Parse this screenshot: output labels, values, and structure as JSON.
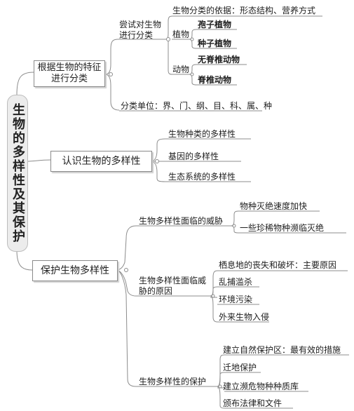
{
  "root": "生物的多样性及其保护",
  "b1": {
    "title": "根据生物的特征进行分类",
    "try": "尝试对生物进行分类",
    "basis": "生物分类的依据：形态结构、营养方式",
    "plant": "植物",
    "spore": "孢子植物",
    "seed": "种子植物",
    "animal": "动物",
    "invert": "无脊椎动物",
    "vert": "脊椎动物",
    "units": "分类单位：界、门、纲、目、科、属、种"
  },
  "b2": {
    "title": "认识生物的多样性",
    "species": "生物种类的多样性",
    "gene": "基因的多样性",
    "eco": "生态系统的多样性"
  },
  "b3": {
    "title": "保护生物多样性",
    "threat": "生物多样性面临的威胁",
    "extinct": "物种灭绝速度加快",
    "rare": "一些珍稀物种濒临灭绝",
    "cause": "生物多样性面临威胁的原因",
    "habitat": "栖息地的丧失和破坏：主要原因",
    "hunt": "乱捕滥杀",
    "pollution": "环境污染",
    "invasion": "外来生物入侵",
    "protect": "生物多样性的保护",
    "reserve": "建立自然保护区：最有效的措施",
    "relocate": "迁地保护",
    "bank": "建立濒危物种种质库",
    "law": "颁布法律和文件"
  }
}
